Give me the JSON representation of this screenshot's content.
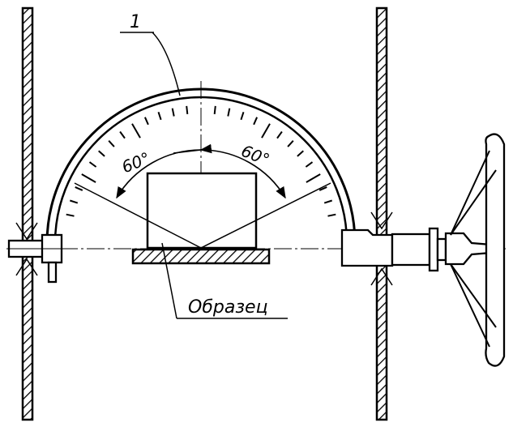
{
  "labels": {
    "part_number": "1",
    "angle_left": "60°",
    "angle_right": "60°",
    "specimen": "Образец"
  },
  "colors": {
    "ink": "#000000",
    "paper": "#ffffff"
  },
  "icons": [
    "hatch-pattern",
    "arrow-head"
  ]
}
